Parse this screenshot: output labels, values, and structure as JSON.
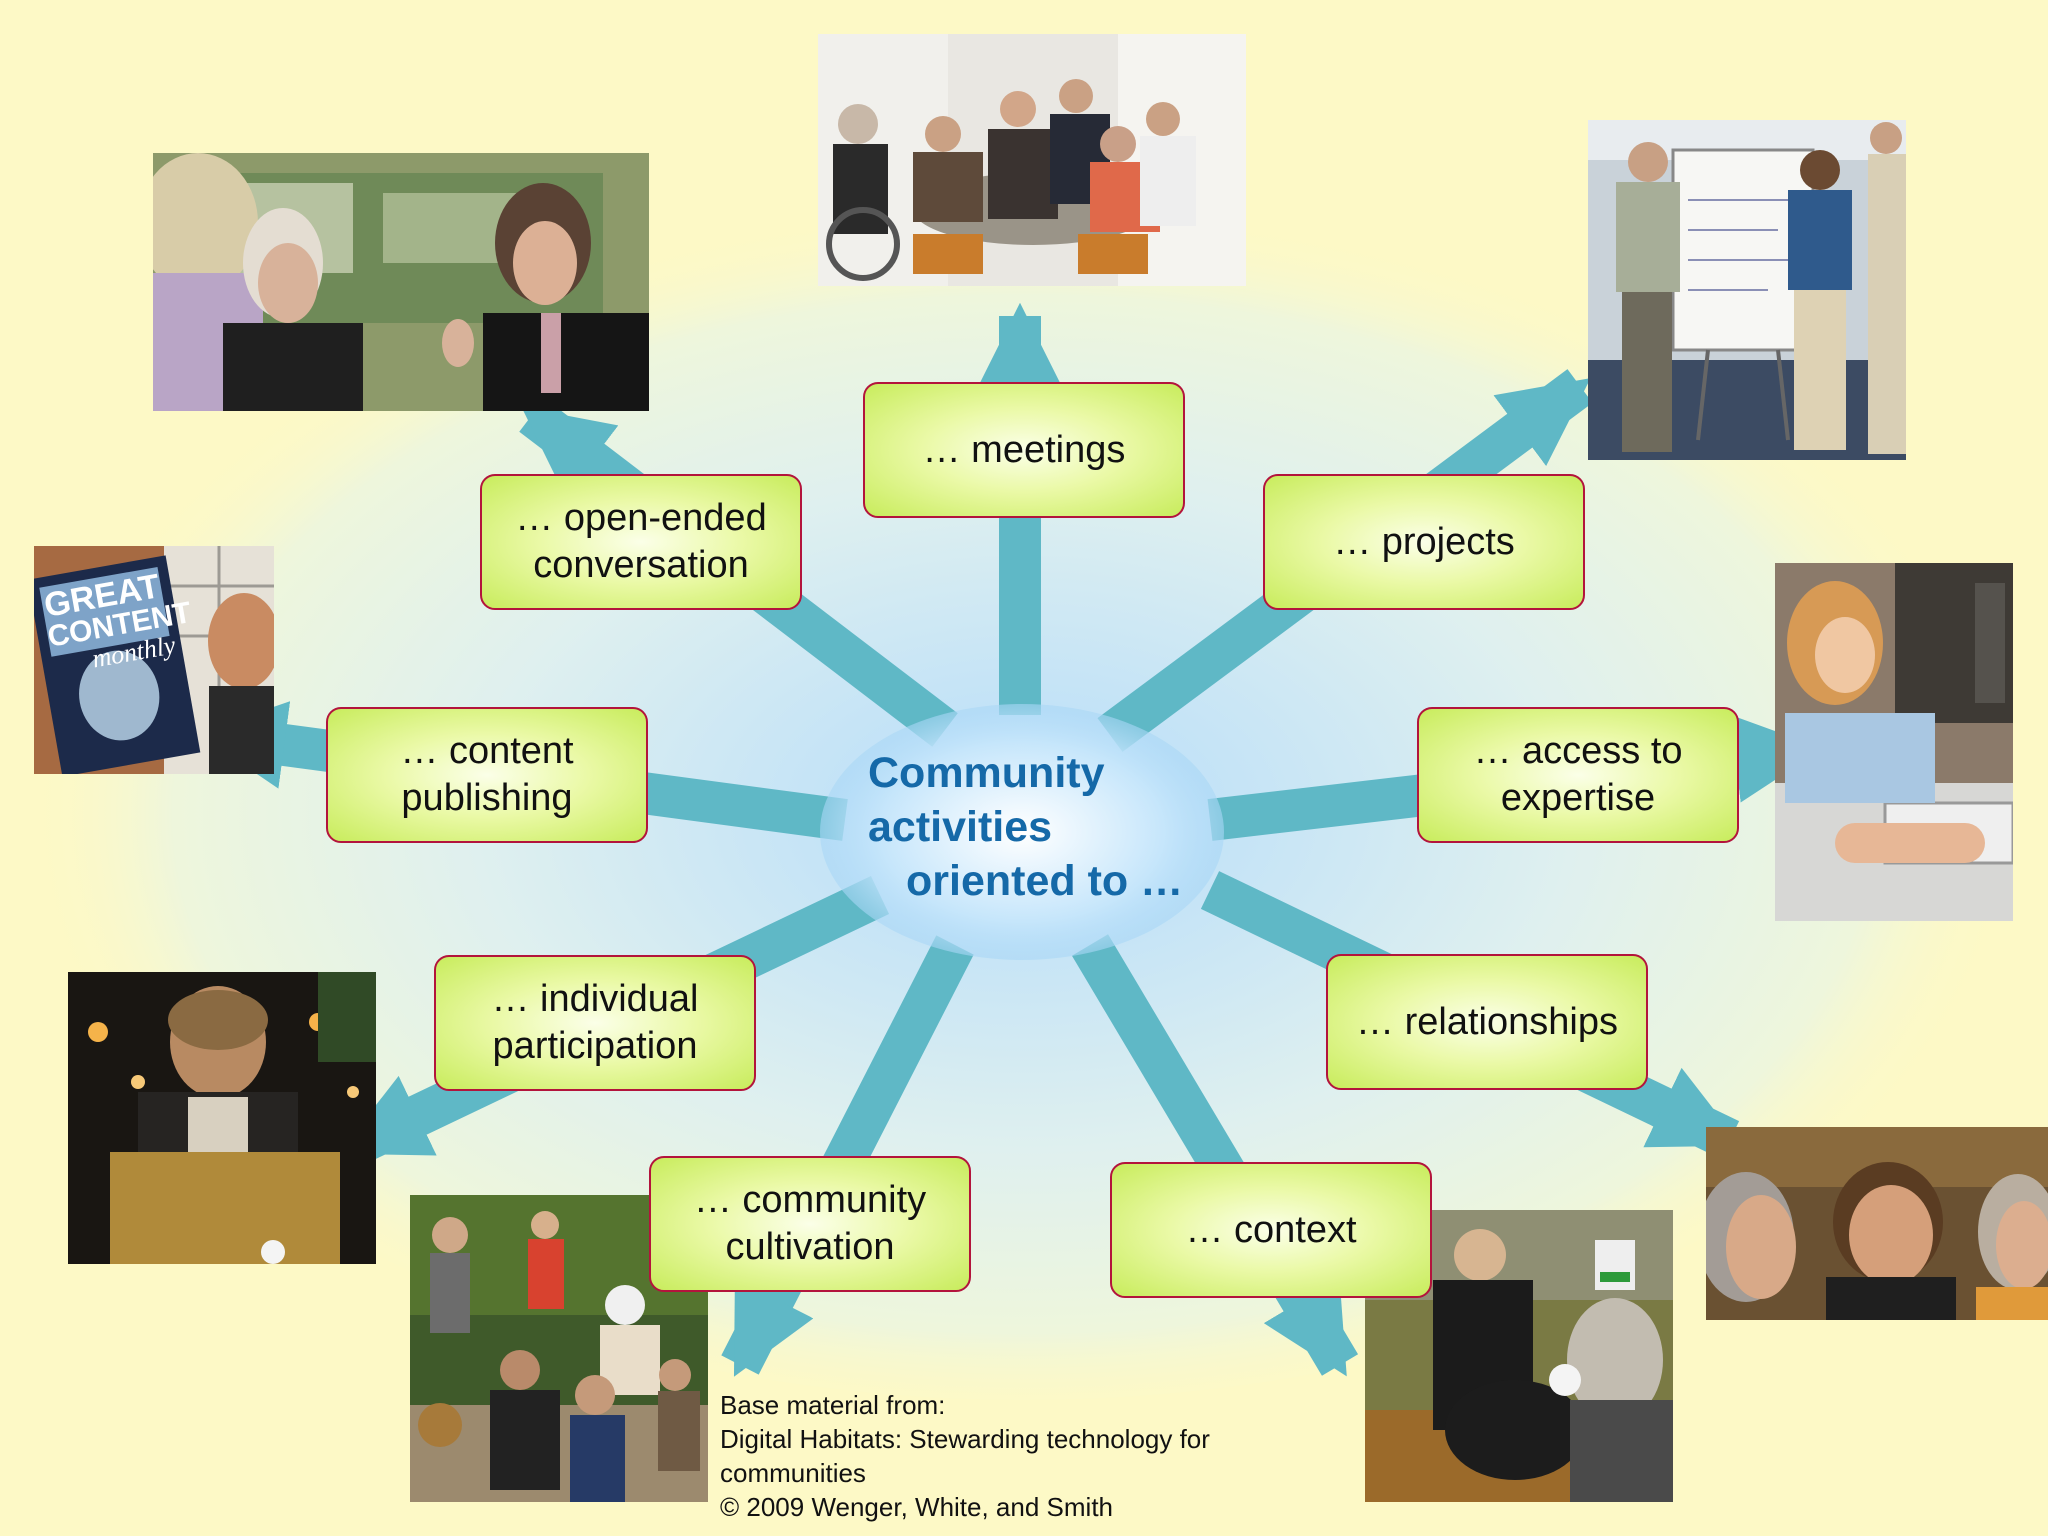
{
  "hub": {
    "lines": [
      "Community",
      "activities",
      "oriented to …"
    ]
  },
  "activities": [
    {
      "label": "… meetings"
    },
    {
      "label": "… projects"
    },
    {
      "label": "… access to\nexpertise"
    },
    {
      "label": "… relationships"
    },
    {
      "label": "… context"
    },
    {
      "label": "… community\ncultivation"
    },
    {
      "label": "… individual\nparticipation"
    },
    {
      "label": "… content\npublishing"
    },
    {
      "label": "… open-ended\nconversation"
    }
  ],
  "photo_logo": {
    "magazine_lines": [
      "GREAT",
      "CONTENT",
      "monthly"
    ]
  },
  "citation": {
    "line1": "Base material from:",
    "line2": "Digital Habitats: Stewarding technology for",
    "line3": "communities",
    "line4": "© 2009 Wenger, White, and Smith"
  },
  "colors": {
    "background": "#fdf9c6",
    "arrow": "#5fb8c6",
    "box_border": "#b3143c",
    "box_fill": "#d4f07a",
    "hub_text": "#1569a8"
  }
}
